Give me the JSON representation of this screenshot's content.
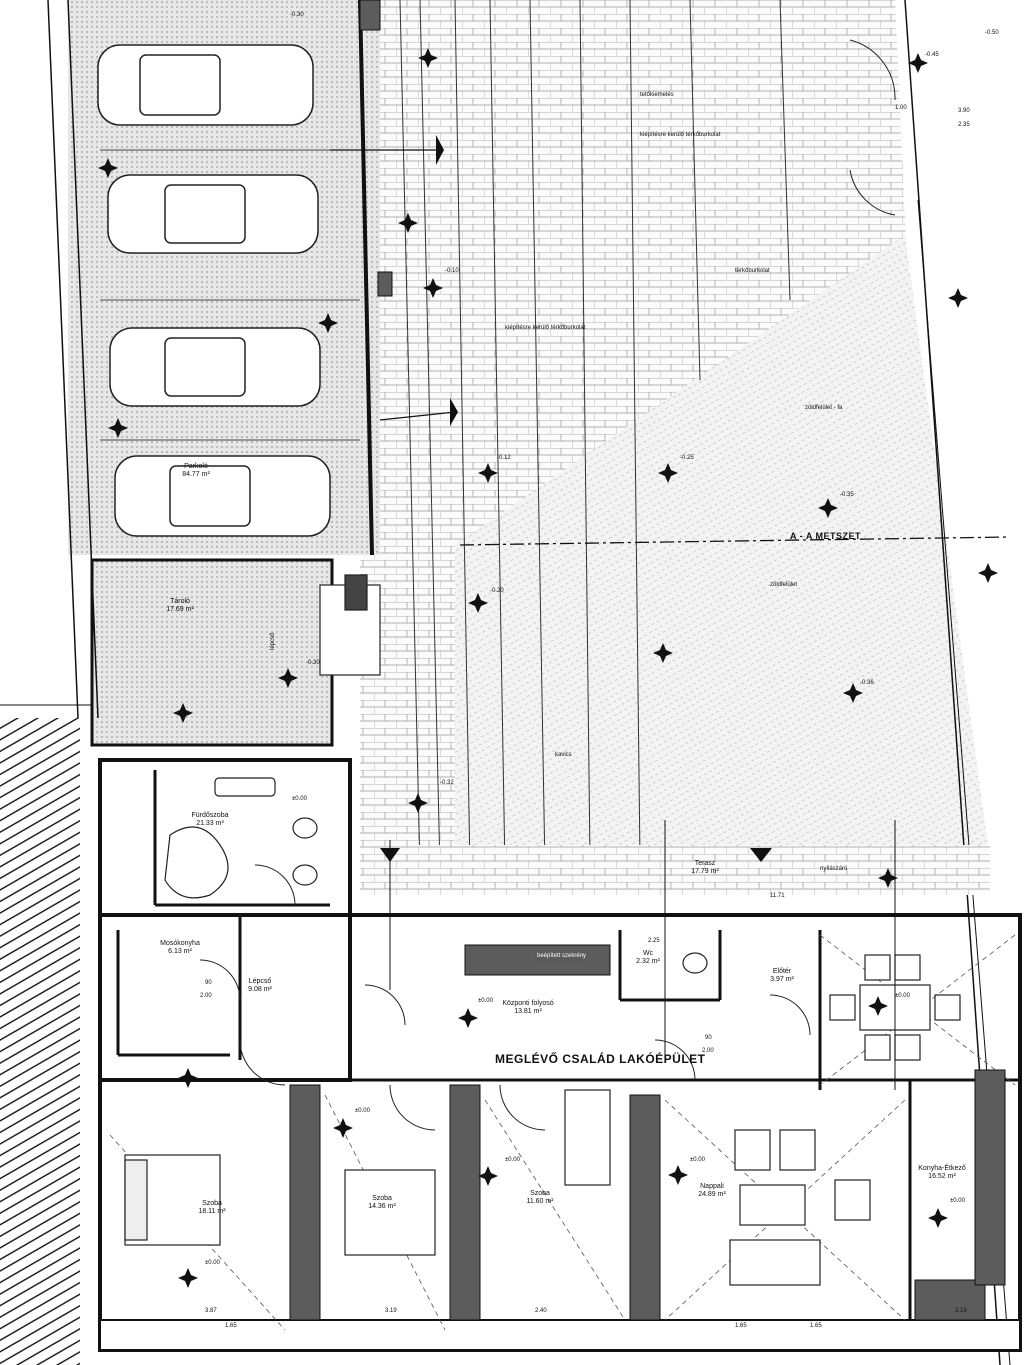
{
  "plan": {
    "building_title": "MEGLÉVŐ CSALÁD LAKÓÉPÜLET",
    "section_marker": "A - A METSZET",
    "rooms": [
      {
        "id": "r01",
        "name": "Tároló",
        "area": "17.69 m²"
      },
      {
        "id": "r05",
        "name": "Fürdőszoba",
        "area": "21.33 m²"
      },
      {
        "id": "r03",
        "name": "Mosókonyha",
        "area": "6.13 m²"
      },
      {
        "id": "r04",
        "name": "Lépcső",
        "area": "9.08 m²"
      },
      {
        "id": "r06",
        "name": "Központi folyosó",
        "area": "13.81 m²"
      },
      {
        "id": "r15",
        "name": "Wc",
        "area": "2.32 m²"
      },
      {
        "id": "r07",
        "name": "Előtér",
        "area": "3.97 m²"
      },
      {
        "id": "r08",
        "name": "Szoba",
        "area": "18.11 m²"
      },
      {
        "id": "r09",
        "name": "Szoba",
        "area": "14.36 m²"
      },
      {
        "id": "r10",
        "name": "Szoba",
        "area": "11.60 m²"
      },
      {
        "id": "r11",
        "name": "Nappali",
        "area": "24.89 m²"
      },
      {
        "id": "r12",
        "name": "Konyha-Étkező",
        "area": "16.52 m²"
      },
      {
        "id": "r13",
        "name": "Terasz",
        "area": "17.79 m²"
      },
      {
        "id": "r14",
        "name": "Parkoló",
        "area": "84.77 m²"
      }
    ],
    "level_marks": [
      "-0.30",
      "-0.32",
      "-0.10",
      "-0.12",
      "-0.25",
      "-0.30",
      "-0.45",
      "-0.50",
      "-0.35",
      "-0.36",
      "-0.20",
      "±0.00",
      "±0.00",
      "±0.00",
      "±0.00",
      "±0.00",
      "±0.00",
      "±0.00",
      "±0.00"
    ],
    "dimensions": [
      "2.00",
      "2.00",
      "1.00",
      "1.65",
      "1.65",
      "1.65",
      "3.87",
      "3.19",
      "2.40",
      "2.19",
      "3.90",
      "2.35",
      "11.71",
      "2.25",
      "90",
      "90"
    ],
    "area_notes": [
      "kiépítésre kerülő térkőburkolat",
      "kiépítésre kerülő térkőburkolat",
      "zöldfelület - fa",
      "zöldfelület",
      "térkőburkolat",
      "kavics",
      "lépcső",
      "nyílászáró",
      "beépített szekrény",
      "tetőkiemelés"
    ]
  }
}
